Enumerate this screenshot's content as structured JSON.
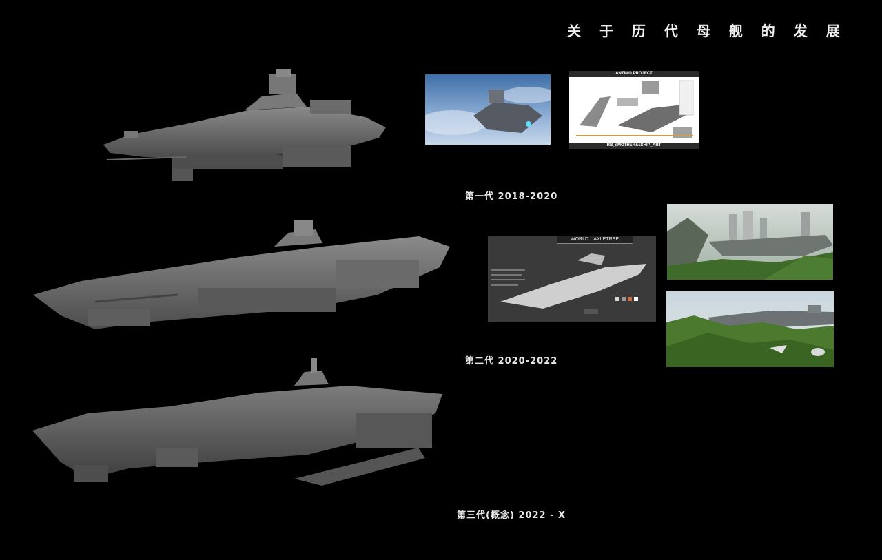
{
  "title": "关 于 历 代 母 舰 的 发 展",
  "generations": [
    {
      "label": "第一代 2018-2020"
    },
    {
      "label": "第二代 2020-2022"
    },
    {
      "label": "第三代(概念) 2022 - X"
    }
  ],
  "thumbs": {
    "gen1_sheet_header": "ANTIMO PROJECT",
    "gen1_sheet_footer": "RB_sMOTHER&sSHIP_ART",
    "gen2_sheet_header": "WORLD    AXLETREE"
  },
  "colors": {
    "background": "#000000",
    "model_gray": "#6a6a6a"
  }
}
